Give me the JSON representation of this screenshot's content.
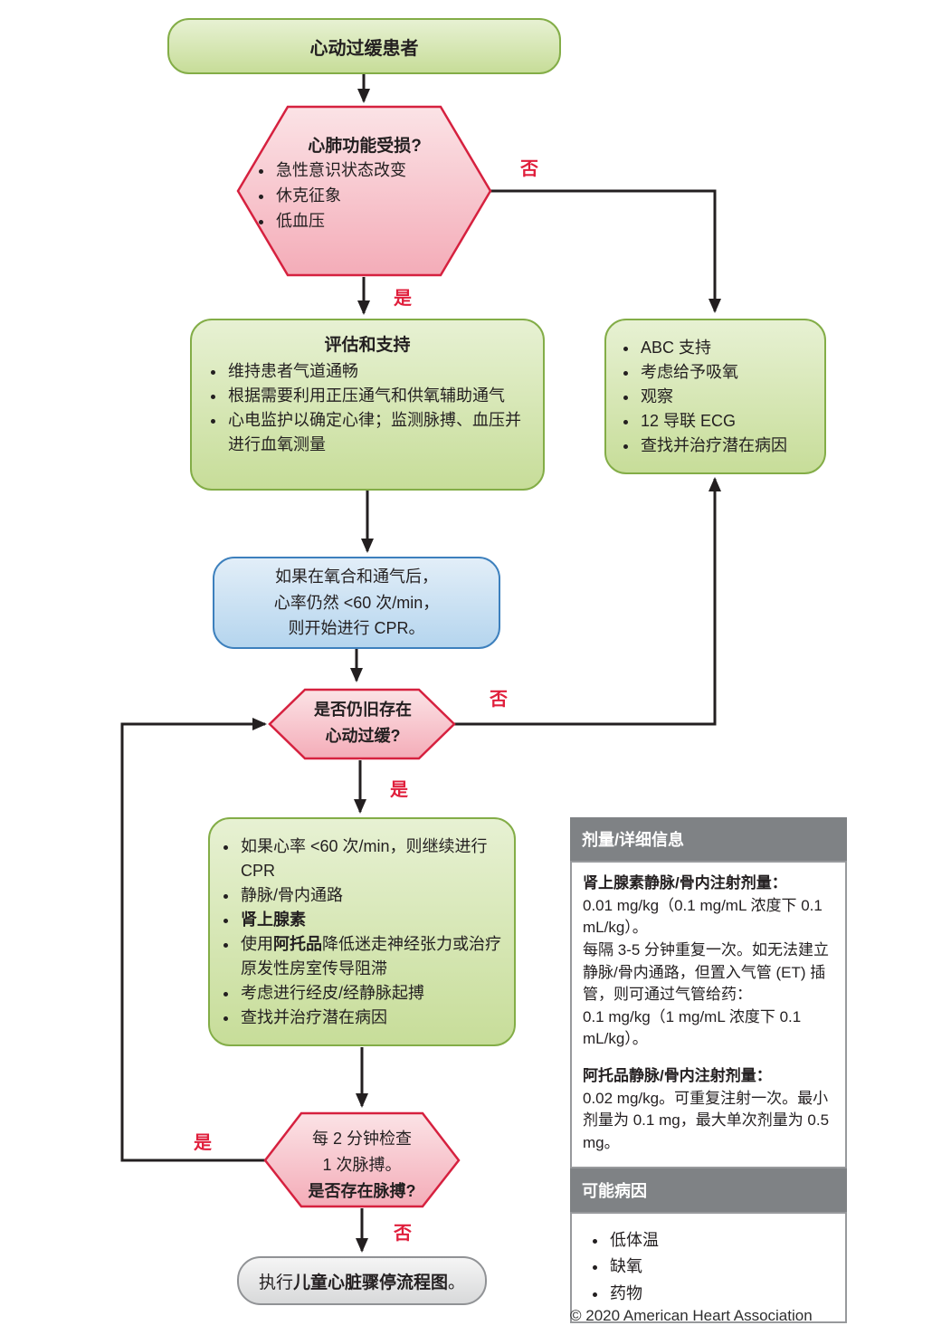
{
  "flow": {
    "start_label": "心动过缓患者",
    "decision_cardiopulmonary": {
      "title": "心肺功能受损?",
      "bullets": [
        "急性意识状态改变",
        "休克征象",
        "低血压"
      ]
    },
    "assess_support": {
      "title": "评估和支持",
      "bullets": [
        "维持患者气道通畅",
        "根据需要利用正压通气和供氧辅助通气",
        "心电监护以确定心律；监测脉搏、血压并进行血氧测量"
      ]
    },
    "abc_support": {
      "bullets": [
        "ABC 支持",
        "考虑给予吸氧",
        "观察",
        "12 导联 ECG",
        "查找并治疗潜在病因"
      ]
    },
    "cpr_note": {
      "lines": [
        "如果在氧合和通气后，",
        "心率仍然 <60 次/min，",
        "则开始进行 CPR。"
      ]
    },
    "decision_persistent": {
      "lines": [
        "是否仍旧存在",
        "心动过缓?"
      ]
    },
    "treatment": {
      "bullets": [
        [
          {
            "t": "如果心率 <60 次/min，则继续进行 CPR"
          }
        ],
        [
          {
            "t": "静脉/骨内通路"
          }
        ],
        [
          {
            "t": "肾上腺素",
            "b": true
          }
        ],
        [
          {
            "t": "使用"
          },
          {
            "t": "阿托品",
            "b": true
          },
          {
            "t": "降低迷走神经张力或治疗原发性房室传导阻滞"
          }
        ],
        [
          {
            "t": "考虑进行经皮/经静脉起搏"
          }
        ],
        [
          {
            "t": "查找并治疗潜在病因"
          }
        ]
      ]
    },
    "decision_pulse": {
      "lines": [
        "每 2 分钟检查",
        "1 次脉搏。"
      ],
      "bold_line": "是否存在脉搏?"
    },
    "cardiac_arrest": {
      "segments": [
        {
          "t": "执行"
        },
        {
          "t": "儿童心脏骤停流程图",
          "b": true
        },
        {
          "t": "。"
        }
      ]
    },
    "branch_labels": {
      "yes": "是",
      "no": "否"
    }
  },
  "panel": {
    "dose_header": "剂量/详细信息",
    "sections": [
      {
        "title": "肾上腺素静脉/骨内注射剂量：",
        "paragraphs": [
          "0.01 mg/kg（0.1 mg/mL 浓度下 0.1 mL/kg）。",
          "每隔 3-5 分钟重复一次。如无法建立静脉/骨内通路，但置入气管 (ET) 插管，则可通过气管给药：",
          "0.1 mg/kg（1 mg/mL 浓度下 0.1 mL/kg）。"
        ]
      },
      {
        "title": "阿托品静脉/骨内注射剂量：",
        "paragraphs": [
          "0.02 mg/kg。可重复注射一次。最小剂量为 0.1 mg，最大单次剂量为 0.5 mg。"
        ]
      }
    ],
    "causes_header": "可能病因",
    "causes": [
      "低体温",
      "缺氧",
      "药物"
    ]
  },
  "footer": "© 2020 American Heart Association",
  "colors": {
    "green_border": "#83ad47",
    "green_fill_top": "#e7f1d3",
    "green_fill_bottom": "#c7dd99",
    "pink_border": "#d6213f",
    "pink_fill_top": "#fbe3e6",
    "pink_fill_bottom": "#f4acb8",
    "blue_border": "#3d80bd",
    "blue_fill_top": "#e2eef8",
    "blue_fill_bottom": "#b5d5ee",
    "gray_border": "#909295",
    "gray_fill_top": "#f5f5f5",
    "gray_fill_bottom": "#d8d9da",
    "branch_label_red": "#e01f3c",
    "panel_header_bg": "#7f8285",
    "arrow_black": "#231f20"
  }
}
